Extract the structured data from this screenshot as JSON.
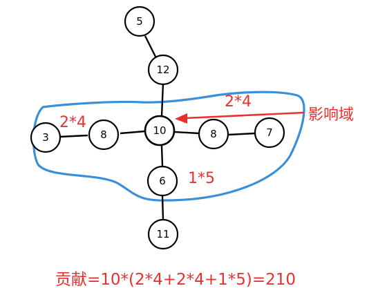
{
  "nodes": {
    "n5": "5",
    "n12": "12",
    "n10": "10",
    "n8_left": "8",
    "n3": "3",
    "n8_right": "8",
    "n7": "7",
    "n6": "6",
    "n11": "11"
  },
  "annotations": {
    "weight_top": "2*4",
    "weight_left": "2*4",
    "weight_bottom": "1*5",
    "influence_domain": "影响域",
    "formula": "贡献=10*(2*4+2*4+1*5)=210"
  },
  "colors": {
    "region_outline": "#3a8fd9",
    "annotation_red": "#e8312f",
    "node_stroke": "#000000"
  }
}
